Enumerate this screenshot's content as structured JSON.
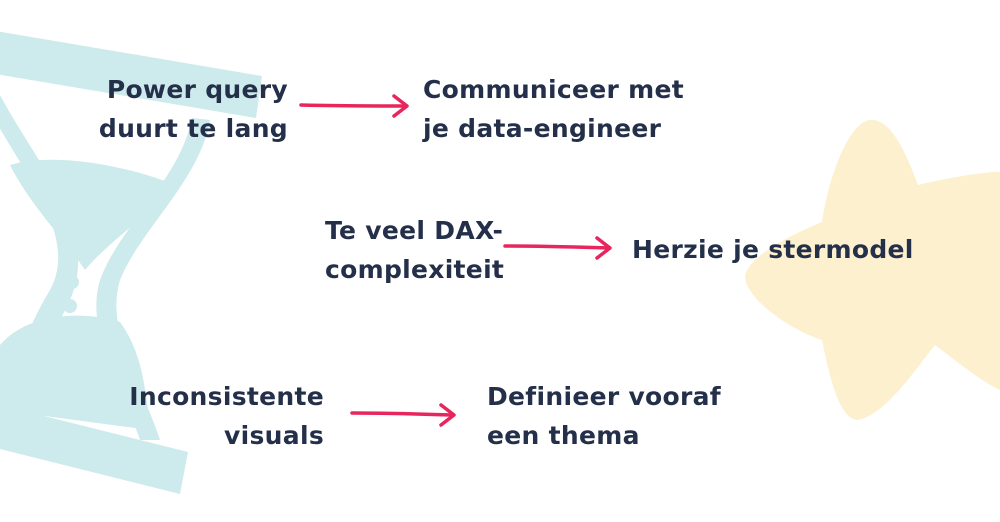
{
  "colors": {
    "text": "#24304a",
    "arrow": "#e8265e",
    "hourglass": "#cdeaec",
    "star": "#fdf0cf"
  },
  "icons": {
    "background_left": "hourglass-icon",
    "background_right": "star-icon"
  },
  "rows": [
    {
      "problem": [
        "Power query",
        "duurt te lang"
      ],
      "solution": [
        "Communiceer met",
        "je data-engineer"
      ]
    },
    {
      "problem": [
        "Te veel DAX-",
        "complexiteit"
      ],
      "solution": [
        "Herzie je stermodel"
      ]
    },
    {
      "problem": [
        "Inconsistente",
        "visuals"
      ],
      "solution": [
        "Definieer vooraf",
        "een thema"
      ]
    }
  ]
}
